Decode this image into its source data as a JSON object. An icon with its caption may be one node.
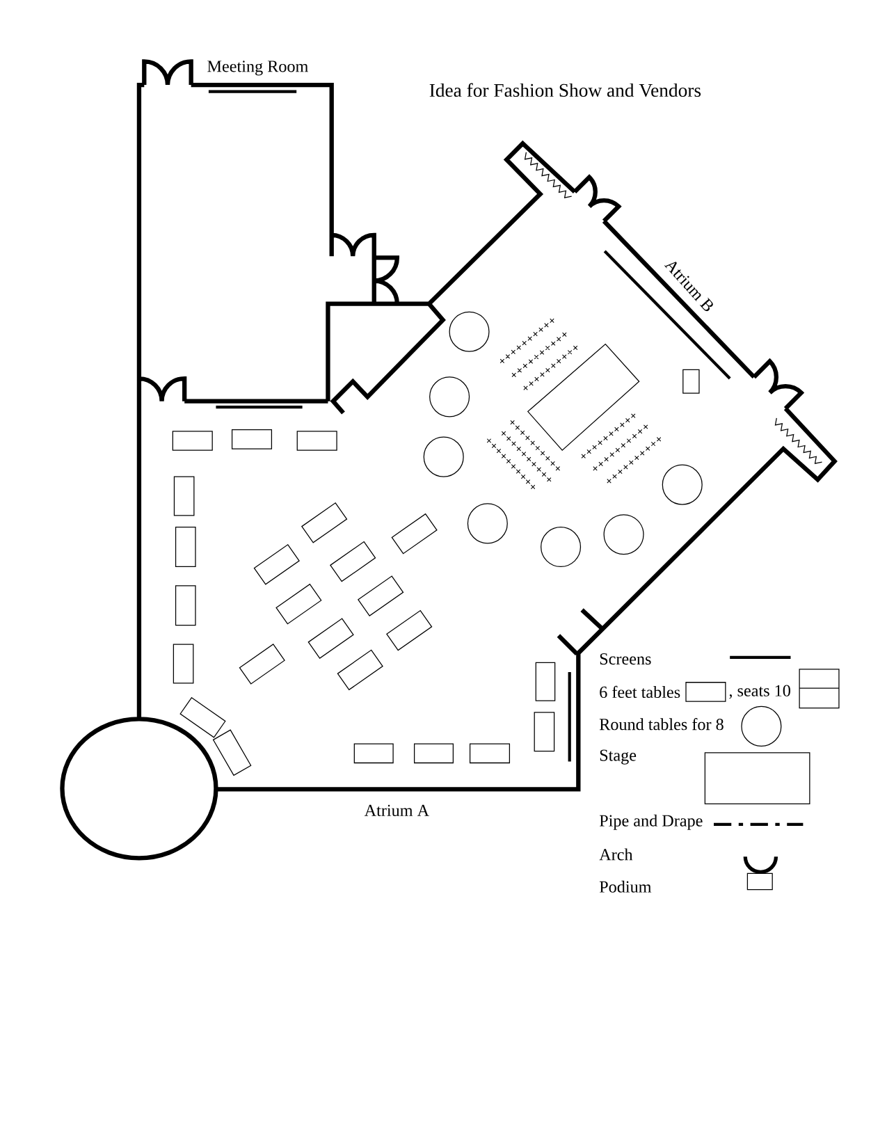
{
  "diagram": {
    "title": "Idea for Fashion Show and Vendors",
    "labels": [
      "Meeting Room",
      "Atrium B",
      "Atrium A"
    ],
    "legend": [
      {
        "text": "Screens"
      },
      {
        "text": "6 feet tables"
      },
      {
        "text": ", seats 10"
      },
      {
        "text": "Round tables for 8"
      },
      {
        "text": "Stage"
      },
      {
        "text": "Pipe and Drape"
      },
      {
        "text": "Arch"
      },
      {
        "text": "Podium"
      }
    ]
  }
}
